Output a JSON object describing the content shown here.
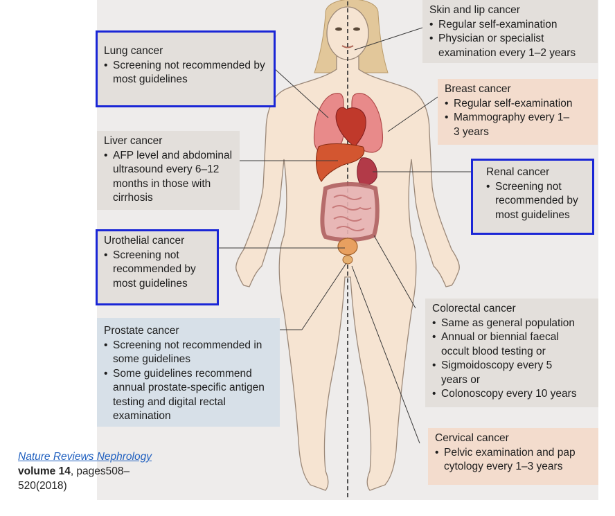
{
  "boxes": {
    "skin": {
      "title": "Skin and lip cancer",
      "items": [
        "Regular self-examination",
        "Physician or specialist examination every 1–2 years"
      ]
    },
    "lung": {
      "title": "Lung cancer",
      "items": [
        "Screening not recommended by most guidelines"
      ]
    },
    "breast": {
      "title": "Breast cancer",
      "items": [
        "Regular self-examination",
        "Mammography every 1–3 years"
      ]
    },
    "liver": {
      "title": "Liver cancer",
      "items": [
        "AFP level and abdominal ultrasound every 6–12 months in those with cirrhosis"
      ]
    },
    "renal": {
      "title": "Renal cancer",
      "items": [
        "Screening not recommended by most guidelines"
      ]
    },
    "urothelial": {
      "title": "Urothelial cancer",
      "items": [
        "Screening not recommended by most guidelines"
      ]
    },
    "prostate": {
      "title": "Prostate cancer",
      "items": [
        "Screening not recommended in some guidelines",
        "Some guidelines recommend annual prostate-specific antigen testing and digital rectal examination"
      ]
    },
    "colorectal": {
      "title": "Colorectal cancer",
      "items": [
        "Same as general population",
        "Annual or biennial faecal occult blood testing or",
        "Sigmoidoscopy every 5 years or",
        "Colonoscopy every 10 years"
      ]
    },
    "cervical": {
      "title": "Cervical cancer",
      "items": [
        "Pelvic examination and pap cytology every 1–3 years"
      ]
    }
  },
  "citation": {
    "journal": "Nature Reviews Nephrology",
    "volume": "volume 14",
    "pages": ", pages508–520(2018)"
  },
  "colors": {
    "highlight_border": "#1a26d6",
    "grey_box": "#e3dfdb",
    "peach_box": "#f3dccd",
    "blue_box": "#d7e0e8",
    "skin": "#f6e4d2",
    "lung": "#e57373",
    "liver": "#c9462b"
  }
}
